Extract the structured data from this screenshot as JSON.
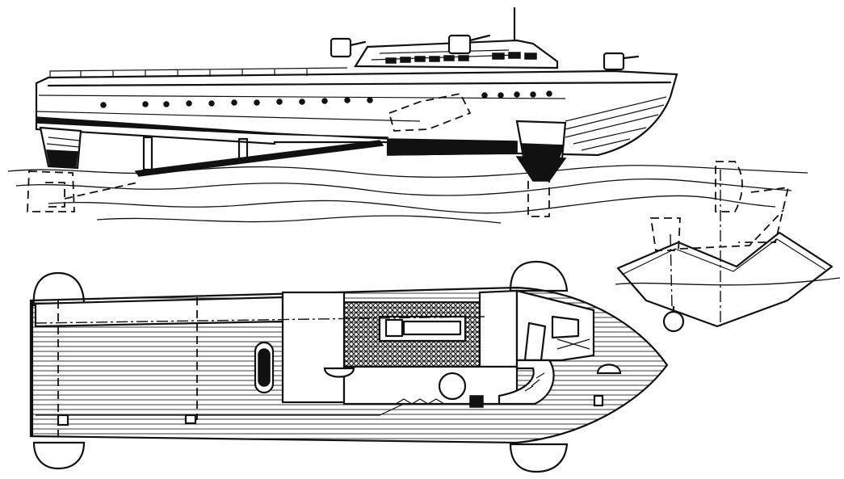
{
  "figure": {
    "views": [
      "side-elevation",
      "deck-plan",
      "front-section"
    ],
    "ink_color": "#111111",
    "paper_color": "#ffffff"
  }
}
